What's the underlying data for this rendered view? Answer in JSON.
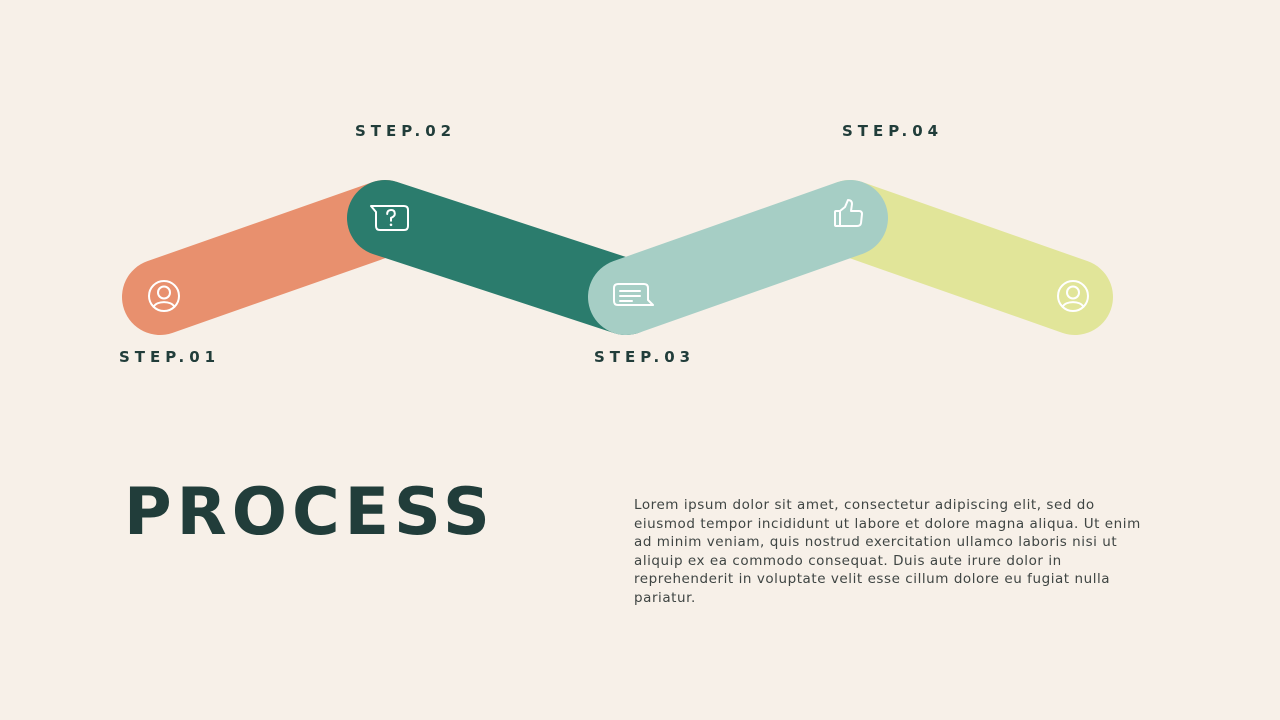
{
  "colors": {
    "background": "#f7f0e8",
    "dark_text": "#213d3a",
    "step1": "#e8906e",
    "step2": "#2b7c6d",
    "step3": "#a6cec5",
    "step4": "#e1e599",
    "icon_stroke": "#ffffff"
  },
  "steps": [
    {
      "label": "STEP.01",
      "icon": "user-circle-icon"
    },
    {
      "label": "STEP.02",
      "icon": "question-bubble-icon"
    },
    {
      "label": "STEP.03",
      "icon": "message-bubble-icon"
    },
    {
      "label": "STEP.04",
      "icon": "thumbs-up-icon"
    },
    {
      "icon": "user-circle-icon"
    }
  ],
  "title": "PROCESS",
  "body": "Lorem ipsum dolor sit amet, consectetur adipiscing elit, sed do eiusmod tempor incididunt ut labore et dolore magna aliqua. Ut enim ad minim veniam, quis nostrud exercitation ullamco laboris nisi ut aliquip ex ea commodo consequat. Duis aute irure dolor in reprehenderit in voluptate velit esse cillum dolore eu fugiat nulla pariatur."
}
